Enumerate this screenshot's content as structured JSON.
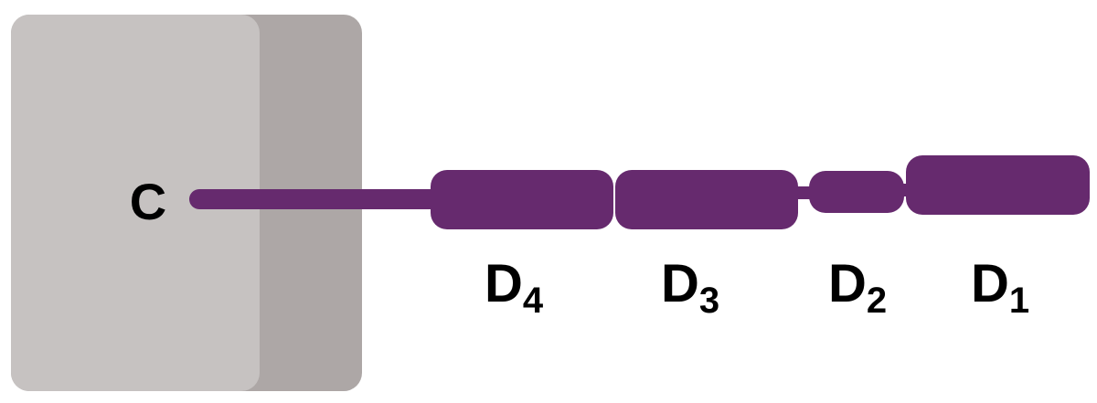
{
  "colors": {
    "membrane_light": "#c6c2c1",
    "membrane_dark": "#ada7a6",
    "protein": "#662a6e",
    "text": "#000000"
  },
  "terminus": {
    "label": "C"
  },
  "domains": [
    {
      "letter": "D",
      "index": "4"
    },
    {
      "letter": "D",
      "index": "3"
    },
    {
      "letter": "D",
      "index": "2"
    },
    {
      "letter": "D",
      "index": "1"
    }
  ]
}
